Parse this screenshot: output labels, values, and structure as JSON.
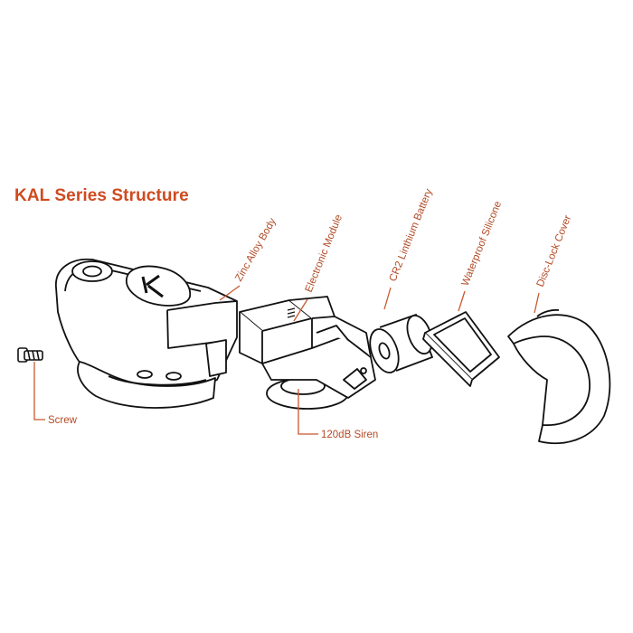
{
  "title": "KAL Series Structure",
  "accent_color": "#c8582e",
  "outline_color": "#111111",
  "labels": {
    "zinc_alloy_body": "Zinc Alloy Body",
    "electronic_module": "Electronic Module",
    "battery": "CR2 Linthium Battery",
    "waterproof_silicone": "Waterproof Silicone",
    "disc_lock_cover": "Disc-Lock Cover",
    "screw": "Screw",
    "siren": "120dB Siren"
  }
}
